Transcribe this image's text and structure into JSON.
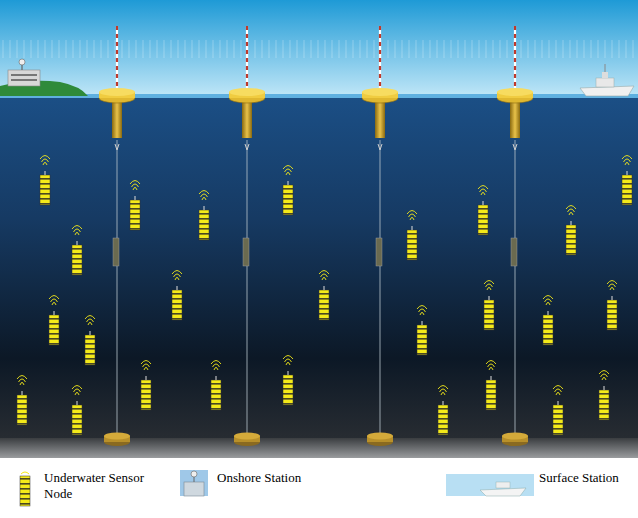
{
  "diagram": {
    "legend": [
      {
        "text": "Underwater Sensor Node"
      },
      {
        "text": "Onshore Station"
      },
      {
        "text": "Surface Station"
      }
    ]
  }
}
